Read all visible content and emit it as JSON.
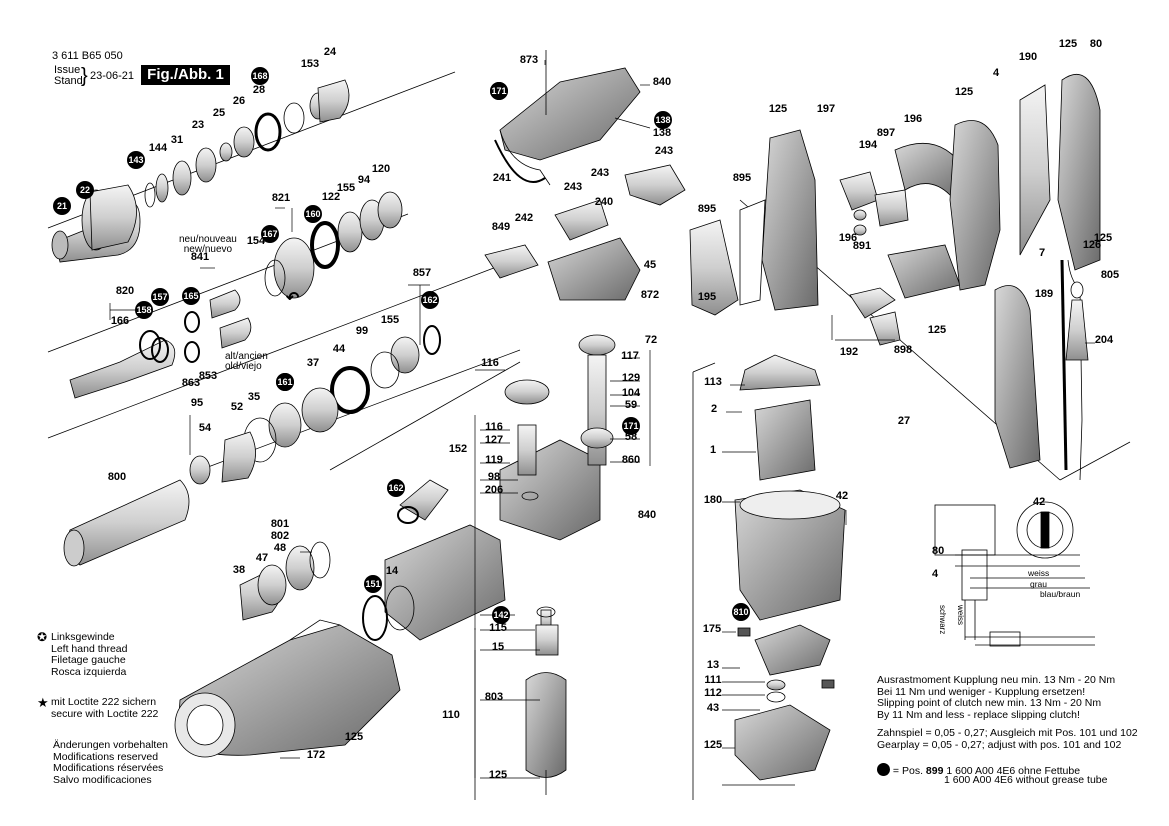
{
  "header": {
    "part_number": "3 611 B65 050",
    "issue_label": "Issue",
    "stand_label": "Stand",
    "date": "23-06-21",
    "figure_tag": "Fig./Abb. 1"
  },
  "variant_labels": {
    "new": [
      "neu/nouveau",
      "new/nuevo"
    ],
    "old": [
      "alt/ancien",
      "old/viejo"
    ]
  },
  "legend": {
    "left_thread": [
      "Linksgewinde",
      "Left hand thread",
      "Filetage gauche",
      "Rosca izquierda"
    ],
    "loctite": [
      "mit Loctite 222 sichern",
      "secure with Loctite 222"
    ],
    "changes": [
      "Änderungen vorbehalten",
      "Modifications reserved",
      "Modifications réservées",
      "Salvo modificaciones"
    ]
  },
  "notes": {
    "clutch": [
      "Ausrastmoment Kupplung neu min. 13 Nm - 20 Nm",
      "Bei 11 Nm und weniger - Kupplung ersetzen!",
      "Slipping point of clutch new min. 13 Nm - 20 Nm",
      "By 11 Nm and less - replace slipping clutch!"
    ],
    "gear_play": [
      "Zahnspiel = 0,05 - 0,27;  Ausgleich mit Pos. 101 und 102",
      "Gearplay = 0,05 - 0,27;  adjust with pos. 101 and 102"
    ],
    "grease_prefix": "= Pos.",
    "grease_pos": "899",
    "grease_lines": [
      "1 600 A00 4E6 ohne Fettube",
      "1 600 A00 4E6 without grease tube"
    ]
  },
  "wiring": {
    "labels": [
      "42",
      "80",
      "4"
    ],
    "wires": [
      "weiss",
      "grau",
      "blau/braun",
      "schwarz",
      "weiss"
    ]
  },
  "callouts_plain": [
    "24",
    "153",
    "28",
    "26",
    "25",
    "23",
    "31",
    "144",
    "120",
    "94",
    "155",
    "122",
    "821",
    "154",
    "841",
    "820",
    "166",
    "857",
    "155",
    "99",
    "44",
    "37",
    "863",
    "853",
    "95",
    "54",
    "52",
    "35",
    "800",
    "801",
    "802",
    "48",
    "47",
    "38",
    "125",
    "172",
    "873",
    "840",
    "138",
    "241",
    "243",
    "243",
    "240",
    "243",
    "242",
    "849",
    "45",
    "872",
    "72",
    "117",
    "129",
    "104",
    "59",
    "58",
    "860",
    "116",
    "116",
    "127",
    "119",
    "98",
    "206",
    "840",
    "152",
    "14",
    "115",
    "15",
    "803",
    "110",
    "125",
    "125",
    "197",
    "895",
    "895",
    "195",
    "194",
    "897",
    "196",
    "196",
    "891",
    "192",
    "898",
    "125",
    "189",
    "125",
    "4",
    "190",
    "125",
    "80",
    "7",
    "126",
    "125",
    "805",
    "204",
    "27",
    "113",
    "2",
    "1",
    "180",
    "42",
    "175",
    "13",
    "111",
    "112",
    "43",
    "125"
  ],
  "callouts_circled": [
    "21",
    "22",
    "143",
    "168",
    "167",
    "160",
    "165",
    "158",
    "157",
    "162",
    "161",
    "162",
    "151",
    "142",
    "171",
    "138",
    "171",
    "171",
    "161",
    "810"
  ]
}
